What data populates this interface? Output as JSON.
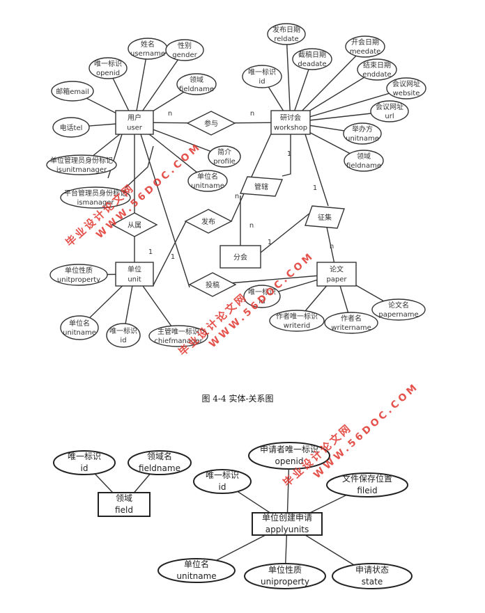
{
  "figure1": {
    "caption": "图 4-4 实体-关系图",
    "entities": [
      {
        "id": "user",
        "zh": "用户",
        "en": "user"
      },
      {
        "id": "workshop",
        "zh": "研讨会",
        "en": "workshop"
      },
      {
        "id": "unit",
        "zh": "单位",
        "en": "unit"
      },
      {
        "id": "paper",
        "zh": "论文",
        "en": "paper"
      },
      {
        "id": "branch",
        "zh": "分会",
        "en": ""
      }
    ],
    "relationships": [
      {
        "id": "participate",
        "label": "参与"
      },
      {
        "id": "belong",
        "label": "从属"
      },
      {
        "id": "publish",
        "label": "发布"
      },
      {
        "id": "submit",
        "label": "投稿"
      },
      {
        "id": "govern",
        "label": "管辖"
      },
      {
        "id": "collect",
        "label": "征集"
      }
    ],
    "attributes": [
      {
        "id": "user-username",
        "zh": "姓名",
        "en": "username"
      },
      {
        "id": "user-gender",
        "zh": "性别",
        "en": "gender"
      },
      {
        "id": "user-openid",
        "zh": "唯一标识",
        "en": "openid"
      },
      {
        "id": "user-fieldname",
        "zh": "领域",
        "en": "fieldname"
      },
      {
        "id": "user-email",
        "zh": "邮箱email",
        "en": ""
      },
      {
        "id": "user-tel",
        "zh": "电话tel",
        "en": ""
      },
      {
        "id": "user-isunitmanager",
        "zh": "单位管理员身份标记",
        "en": "isunitmanager"
      },
      {
        "id": "user-ismanager",
        "zh": "平台管理员身份标记",
        "en": "ismanager"
      },
      {
        "id": "user-profile",
        "zh": "简介",
        "en": "profile"
      },
      {
        "id": "user-unitname",
        "zh": "单位名",
        "en": "unitname"
      },
      {
        "id": "ws-reldate",
        "zh": "发布日期",
        "en": "reldate"
      },
      {
        "id": "ws-deadate",
        "zh": "截稿日期",
        "en": "deadate"
      },
      {
        "id": "ws-meedate",
        "zh": "开会日期",
        "en": "meedate"
      },
      {
        "id": "ws-id",
        "zh": "唯一标识",
        "en": "id"
      },
      {
        "id": "ws-enddate",
        "zh": "结束日期",
        "en": "enddate"
      },
      {
        "id": "ws-website",
        "zh": "会议网址",
        "en": "website"
      },
      {
        "id": "ws-url",
        "zh": "会议网址",
        "en": "url"
      },
      {
        "id": "ws-unitname",
        "zh": "举办方",
        "en": "unitname"
      },
      {
        "id": "ws-fieldname",
        "zh": "领域",
        "en": "fieldname"
      },
      {
        "id": "unit-property",
        "zh": "单位性质",
        "en": "unitproperty"
      },
      {
        "id": "unit-unitname",
        "zh": "单位名",
        "en": "unitname"
      },
      {
        "id": "unit-id",
        "zh": "唯一标识",
        "en": "id"
      },
      {
        "id": "unit-chief",
        "zh": "主管唯一标识",
        "en": "chiefmanager"
      },
      {
        "id": "paper-id",
        "zh": "唯一标识",
        "en": "id"
      },
      {
        "id": "paper-writerid",
        "zh": "作者唯一标识",
        "en": "writerid"
      },
      {
        "id": "paper-writername",
        "zh": "作者名",
        "en": "writername"
      },
      {
        "id": "paper-papername",
        "zh": "论文名",
        "en": "papername"
      }
    ],
    "cardinalities": {
      "user_participate": "n",
      "workshop_participate": "n",
      "belong_unit": "1",
      "publish_workshop": "n",
      "unit_submit": "1",
      "workshop_govern": "1",
      "govern_branch": "n",
      "workshop_collect": "1",
      "collect_paper": "n",
      "branch_collect": "1"
    }
  },
  "figure2": {
    "entities": [
      {
        "id": "field",
        "zh": "领域",
        "en": "field"
      },
      {
        "id": "applyunits",
        "zh": "单位创建申请",
        "en": "applyunits"
      }
    ],
    "attributes": [
      {
        "id": "field-id",
        "zh": "唯一标识",
        "en": "id"
      },
      {
        "id": "field-fieldname",
        "zh": "领域名",
        "en": "fieldname"
      },
      {
        "id": "apply-openid",
        "zh": "申请者唯一标识",
        "en": "openid"
      },
      {
        "id": "apply-id",
        "zh": "唯一标识",
        "en": "id"
      },
      {
        "id": "apply-fileid",
        "zh": "文件保存位置",
        "en": "fileid"
      },
      {
        "id": "apply-unitname",
        "zh": "单位名",
        "en": "unitname"
      },
      {
        "id": "apply-uniproperty",
        "zh": "单位性质",
        "en": "uniproperty"
      },
      {
        "id": "apply-state",
        "zh": "申请状态",
        "en": "state"
      }
    ]
  },
  "watermark": {
    "cn": "毕业设计论文网",
    "url": "WWW.56DOC.COM",
    "color": "#e0322b"
  }
}
